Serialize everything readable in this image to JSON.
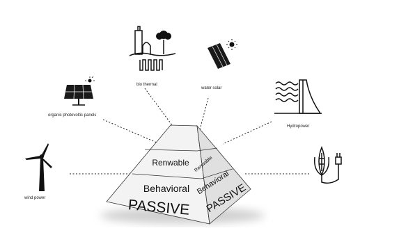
{
  "energy_sources": [
    {
      "name": "wind power",
      "icon": "wind-turbine-icon"
    },
    {
      "name": "organic photovoltic panels",
      "icon": "solar-panel-icon"
    },
    {
      "name": "bio thermal",
      "icon": "bio-thermal-icon"
    },
    {
      "name": "water solar",
      "icon": "water-solar-icon"
    },
    {
      "name": "Hydropower",
      "icon": "hydropower-dam-icon"
    },
    {
      "name": "",
      "icon": "corn-biofuel-plug-icon"
    }
  ],
  "pyramid": {
    "front": {
      "top": "Renwable",
      "middle": "Behavioral",
      "bottom": "PASSIVE"
    },
    "side": {
      "top": "Renwable",
      "middle": "Behavioral",
      "bottom": "PASSIVE"
    }
  },
  "colors": {
    "line": "#222222",
    "front_face": "#f4f4f4",
    "side_face": "#e2e2e2",
    "shadow": "#d6d6d6"
  }
}
